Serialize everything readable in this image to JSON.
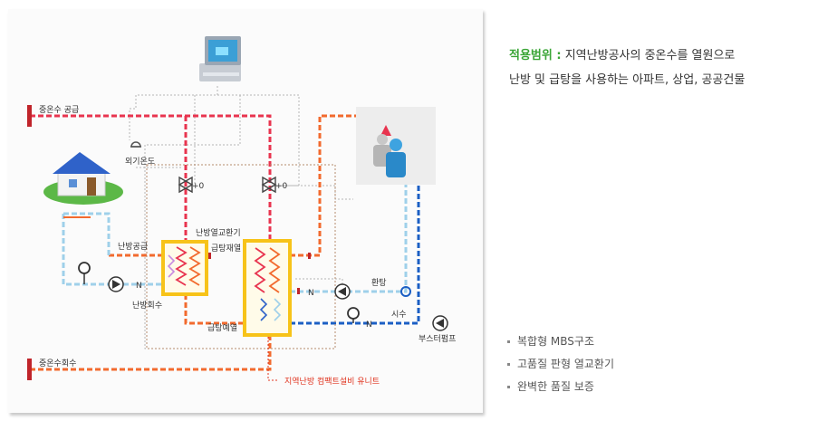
{
  "scope": {
    "key": "적용범위 :",
    "line1": "지역난방공사의 중온수를 열원으로",
    "line2": "난방 및 급탕을 사용하는 아파트, 상업, 공공건물"
  },
  "features": [
    "복합형 MBS구조",
    "고품질 판형 열교환기",
    "완벽한 품질 보증"
  ],
  "diagram": {
    "supply": "중온수 공급",
    "return": "중온수회수",
    "outdoor_temp": "외기온도",
    "heating_supply": "난방공급",
    "heating_return": "난방회수",
    "heat_exchanger": "난방열교환기",
    "hot_water_reheat": "급탕재열",
    "hot_water_preheat": "급탕예열",
    "recirculation": "환탕",
    "city_water": "시수",
    "booster_pump": "부스터펌프",
    "unit_name": "지역난방 컴팩트설비 유니트",
    "pump_symbol": "N",
    "valve_a": "+0",
    "valve_b": "+0"
  },
  "colors": {
    "hot": "#e8344f",
    "orange": "#f26a2e",
    "cold": "#9fd0ea",
    "blue": "#1b5fc4",
    "frame": "#f7c319",
    "key": "#3aa536"
  }
}
